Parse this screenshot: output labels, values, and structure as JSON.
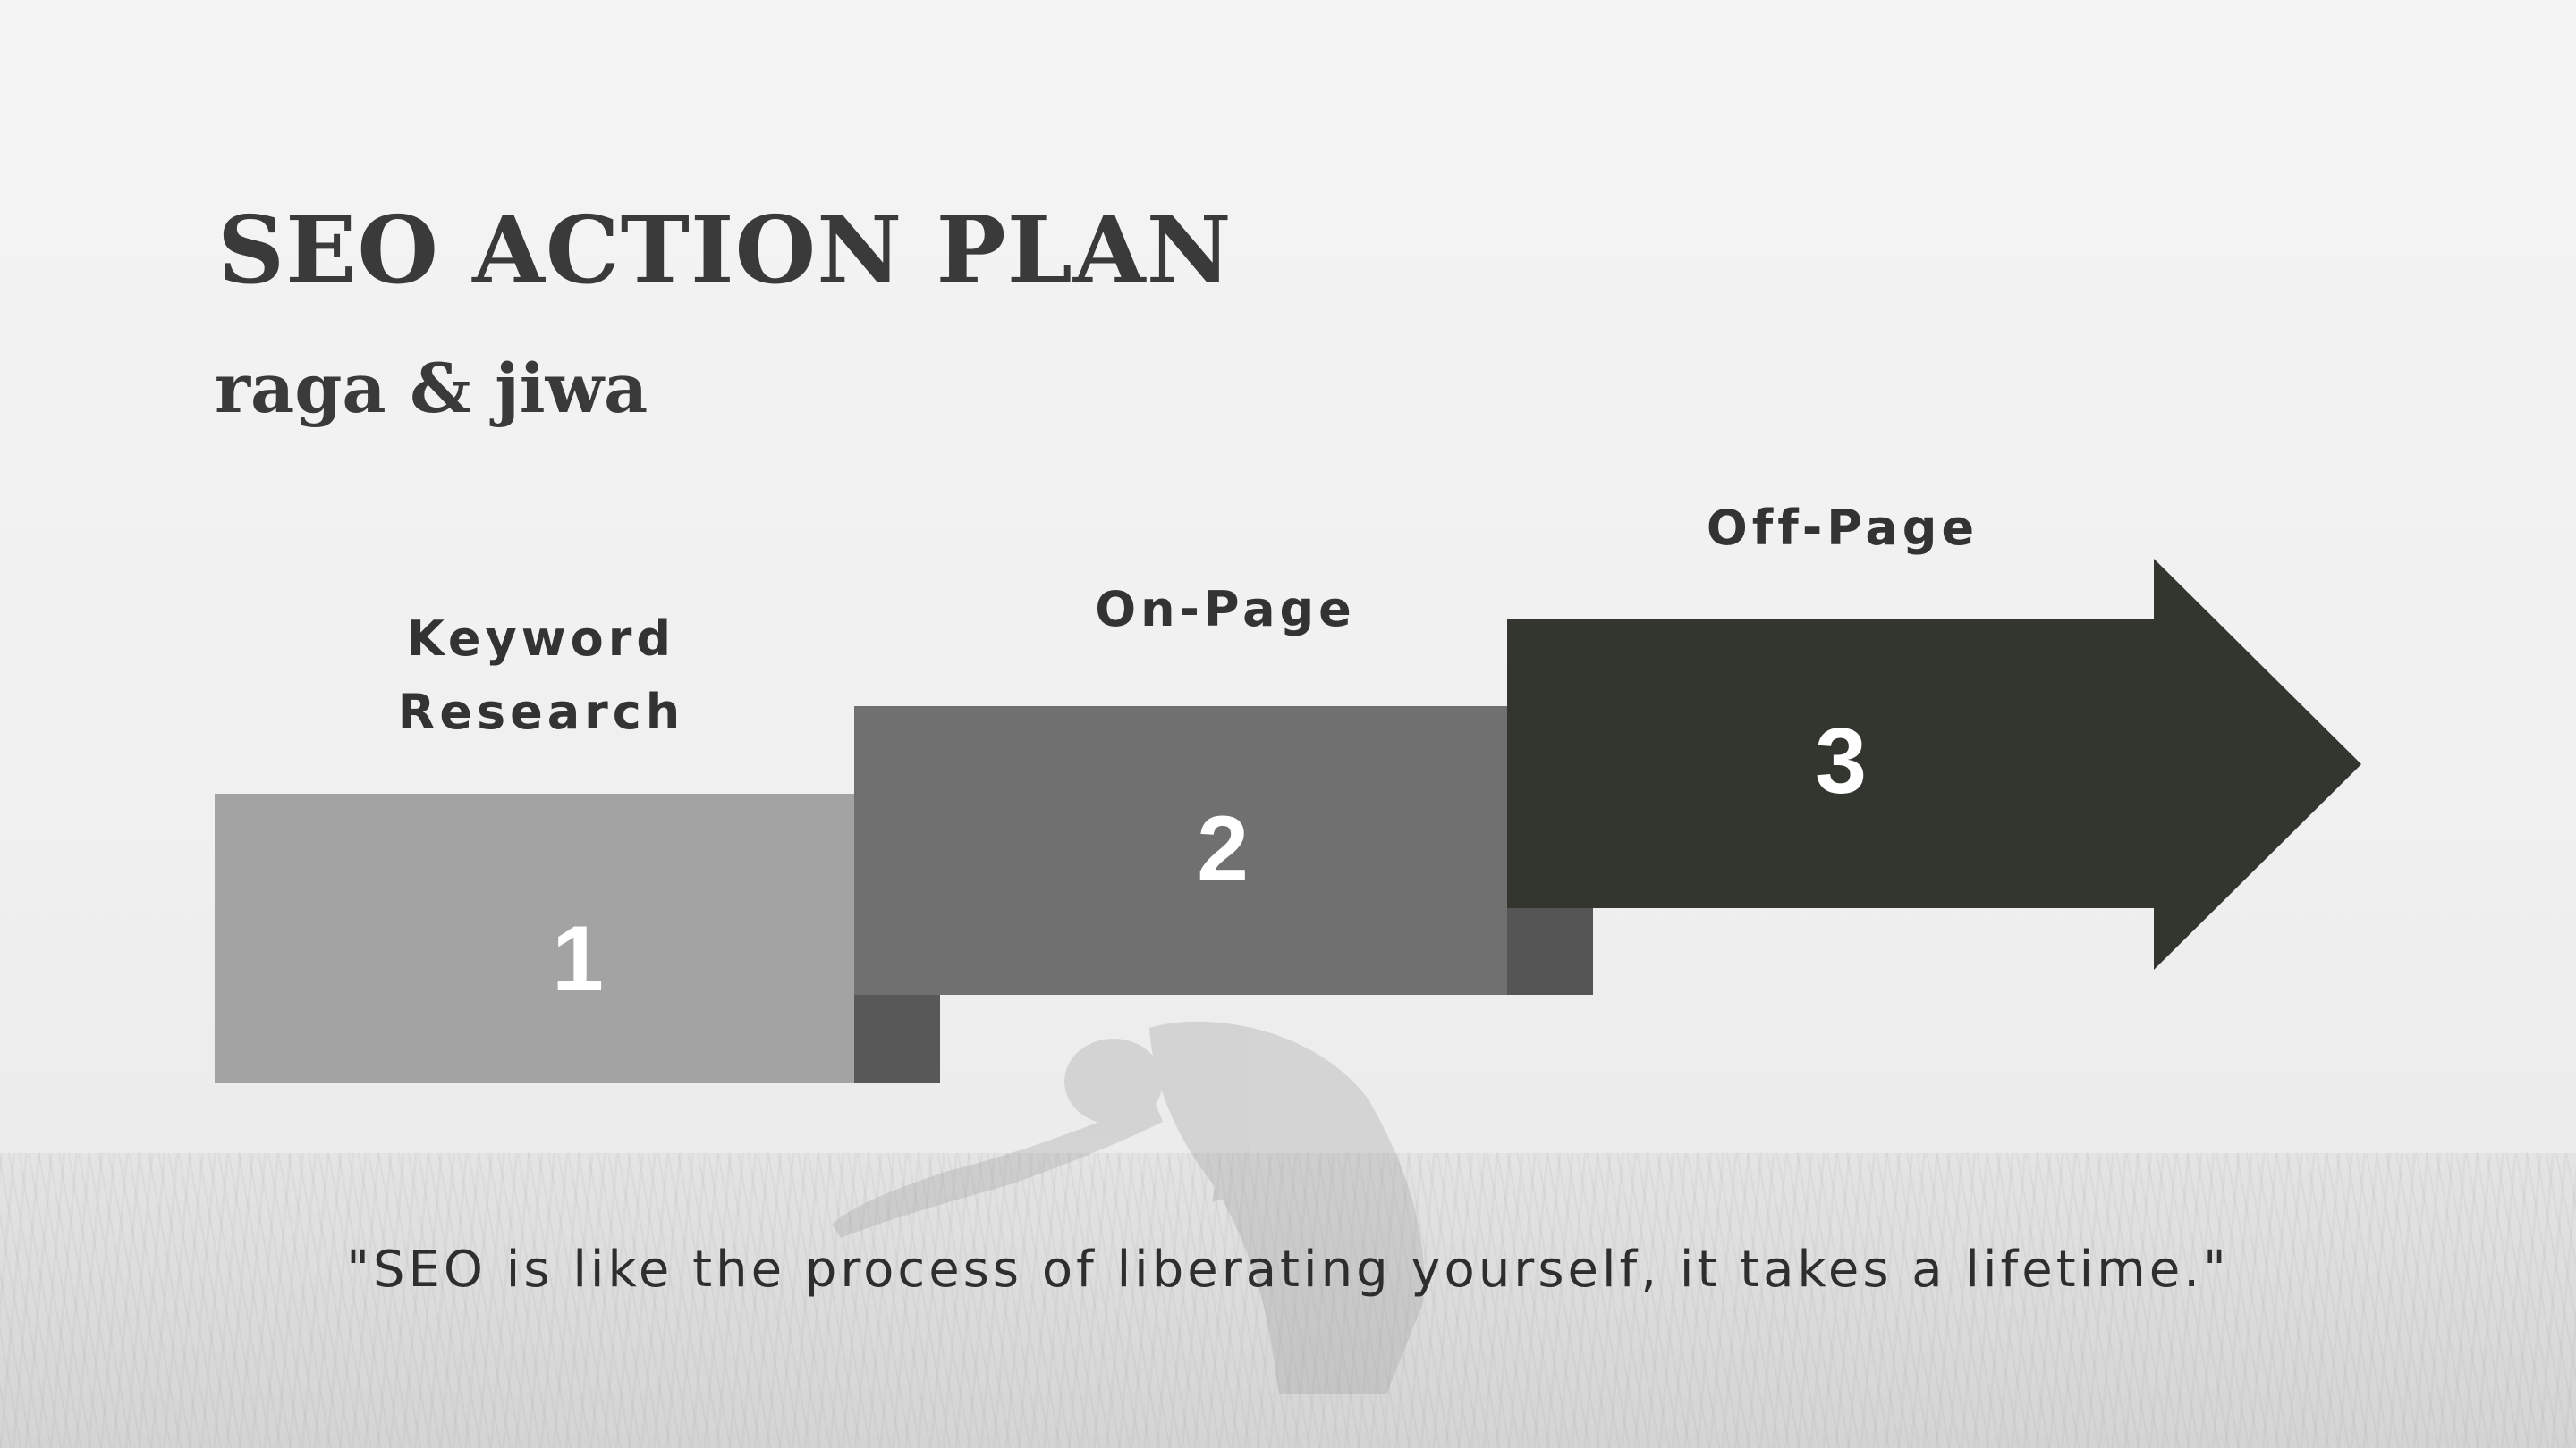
{
  "slide": {
    "title": "SEO ACTION PLAN",
    "subtitle": "raga & jiwa",
    "quote": "\"SEO is like the process of liberating yourself, it takes a lifetime.\""
  },
  "steps": [
    {
      "number": "1",
      "label_lines": [
        "Keyword",
        "Research"
      ],
      "color": "#a3a3a3"
    },
    {
      "number": "2",
      "label_lines": [
        "On-Page"
      ],
      "color": "#707070"
    },
    {
      "number": "3",
      "label_lines": [
        "Off-Page"
      ],
      "color": "#33362f"
    }
  ],
  "background": {
    "description_icon": "grayscale-field-photo"
  }
}
